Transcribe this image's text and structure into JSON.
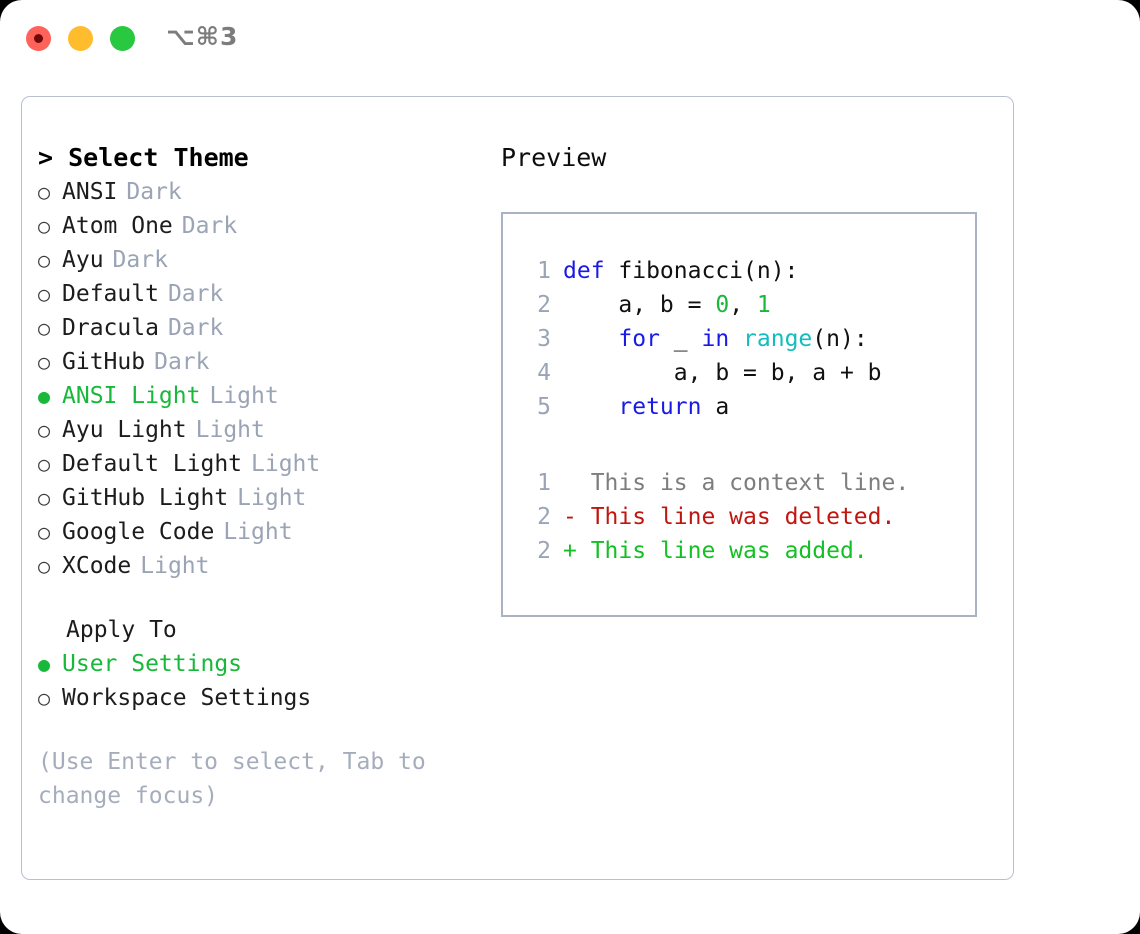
{
  "titlebar": {
    "shortcut_label": "⌥⌘3",
    "buttons": [
      {
        "name": "close",
        "color": "#ff6259"
      },
      {
        "name": "minimize",
        "color": "#ffbd2e"
      },
      {
        "name": "maximize",
        "color": "#28c840"
      }
    ]
  },
  "theme_panel": {
    "header": "> Select Theme",
    "items": [
      {
        "bullet": "○",
        "label": "ANSI",
        "tag": "Dark",
        "selected": false
      },
      {
        "bullet": "○",
        "label": "Atom One",
        "tag": "Dark",
        "selected": false
      },
      {
        "bullet": "○",
        "label": "Ayu",
        "tag": "Dark",
        "selected": false
      },
      {
        "bullet": "○",
        "label": "Default",
        "tag": "Dark",
        "selected": false
      },
      {
        "bullet": "○",
        "label": "Dracula",
        "tag": "Dark",
        "selected": false
      },
      {
        "bullet": "○",
        "label": "GitHub",
        "tag": "Dark",
        "selected": false
      },
      {
        "bullet": "●",
        "label": "ANSI Light",
        "tag": "Light",
        "selected": true
      },
      {
        "bullet": "○",
        "label": "Ayu Light",
        "tag": "Light",
        "selected": false
      },
      {
        "bullet": "○",
        "label": "Default Light",
        "tag": "Light",
        "selected": false
      },
      {
        "bullet": "○",
        "label": "GitHub Light",
        "tag": "Light",
        "selected": false
      },
      {
        "bullet": "○",
        "label": "Google Code",
        "tag": "Light",
        "selected": false
      },
      {
        "bullet": "○",
        "label": "XCode",
        "tag": "Light",
        "selected": false
      }
    ]
  },
  "apply_to": {
    "header": "Apply To",
    "items": [
      {
        "bullet": "●",
        "label": "User Settings",
        "selected": true
      },
      {
        "bullet": "○",
        "label": "Workspace Settings",
        "selected": false
      }
    ]
  },
  "hint": "(Use Enter to select, Tab to change focus)",
  "preview": {
    "header": "Preview",
    "code_lines": [
      {
        "no": "1",
        "tokens": [
          {
            "t": "def ",
            "c": "kw"
          },
          {
            "t": "fibonacci(n):",
            "c": "txt"
          }
        ]
      },
      {
        "no": "2",
        "tokens": [
          {
            "t": "    a, b = ",
            "c": "txt"
          },
          {
            "t": "0",
            "c": "num"
          },
          {
            "t": ", ",
            "c": "txt"
          },
          {
            "t": "1",
            "c": "num"
          }
        ]
      },
      {
        "no": "3",
        "tokens": [
          {
            "t": "    ",
            "c": "txt"
          },
          {
            "t": "for",
            "c": "kw"
          },
          {
            "t": " _ ",
            "c": "txt"
          },
          {
            "t": "in",
            "c": "kw"
          },
          {
            "t": " ",
            "c": "txt"
          },
          {
            "t": "range",
            "c": "fn"
          },
          {
            "t": "(n):",
            "c": "txt"
          }
        ]
      },
      {
        "no": "4",
        "tokens": [
          {
            "t": "        a, b = b, a + b",
            "c": "txt"
          }
        ]
      },
      {
        "no": "5",
        "tokens": [
          {
            "t": "    ",
            "c": "txt"
          },
          {
            "t": "return",
            "c": "kw"
          },
          {
            "t": " a",
            "c": "txt"
          }
        ]
      }
    ],
    "diff_lines": [
      {
        "no": "1",
        "marker": "  ",
        "text": "This is a context line.",
        "kind": "ctx"
      },
      {
        "no": "2",
        "marker": "- ",
        "text": "This line was deleted.",
        "kind": "del"
      },
      {
        "no": "2",
        "marker": "+ ",
        "text": "This line was added.",
        "kind": "add"
      }
    ]
  },
  "colors": {
    "accent_green": "#18b83a",
    "keyword_blue": "#1a1ae6",
    "function_cyan": "#11bdbd",
    "number_green": "#18b83a",
    "diff_delete_red": "#c0160f",
    "diff_add_green": "#14c024",
    "muted_gray": "#9aa4b5",
    "panel_border": "#b8c0d0"
  }
}
